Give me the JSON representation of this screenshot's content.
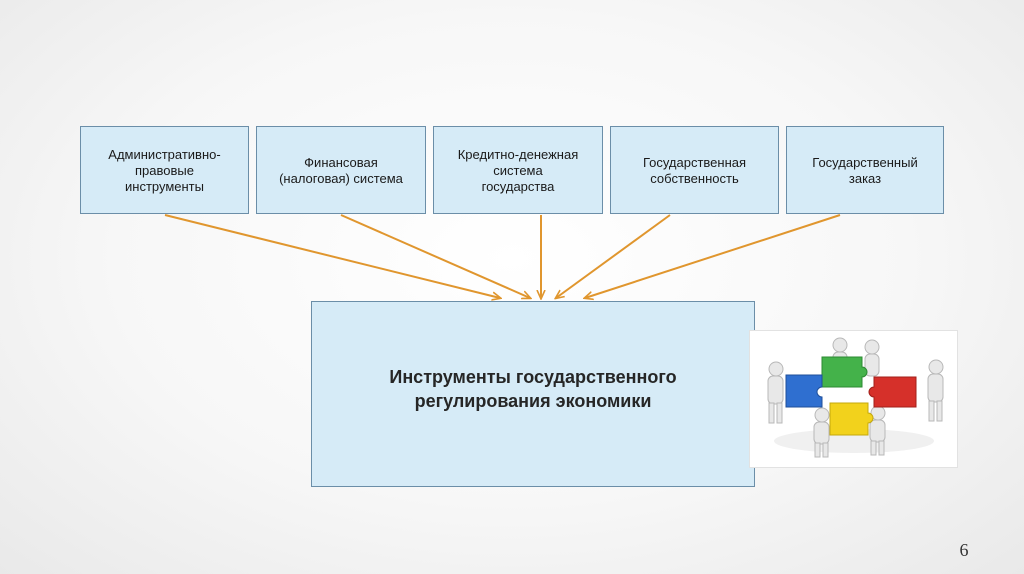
{
  "boxes": [
    "Административно-\nправовые\nинструменты",
    "Финансовая\n(налоговая) система",
    "Кредитно-денежная\nсистема\nгосударства",
    "Государственная\nсобственность",
    "Государственный\nзаказ"
  ],
  "main_box": "Инструменты государственного\nрегулирования экономики",
  "image": {
    "subject": "puzzle-people-icon",
    "piece_colors": [
      "#2f6fd0",
      "#44b24a",
      "#d6302a",
      "#f2d21c"
    ]
  },
  "colors": {
    "arrow": "#e0962e",
    "box_fill": "#d6ebf7",
    "box_border": "#6b8ea8"
  },
  "page_number": "6"
}
